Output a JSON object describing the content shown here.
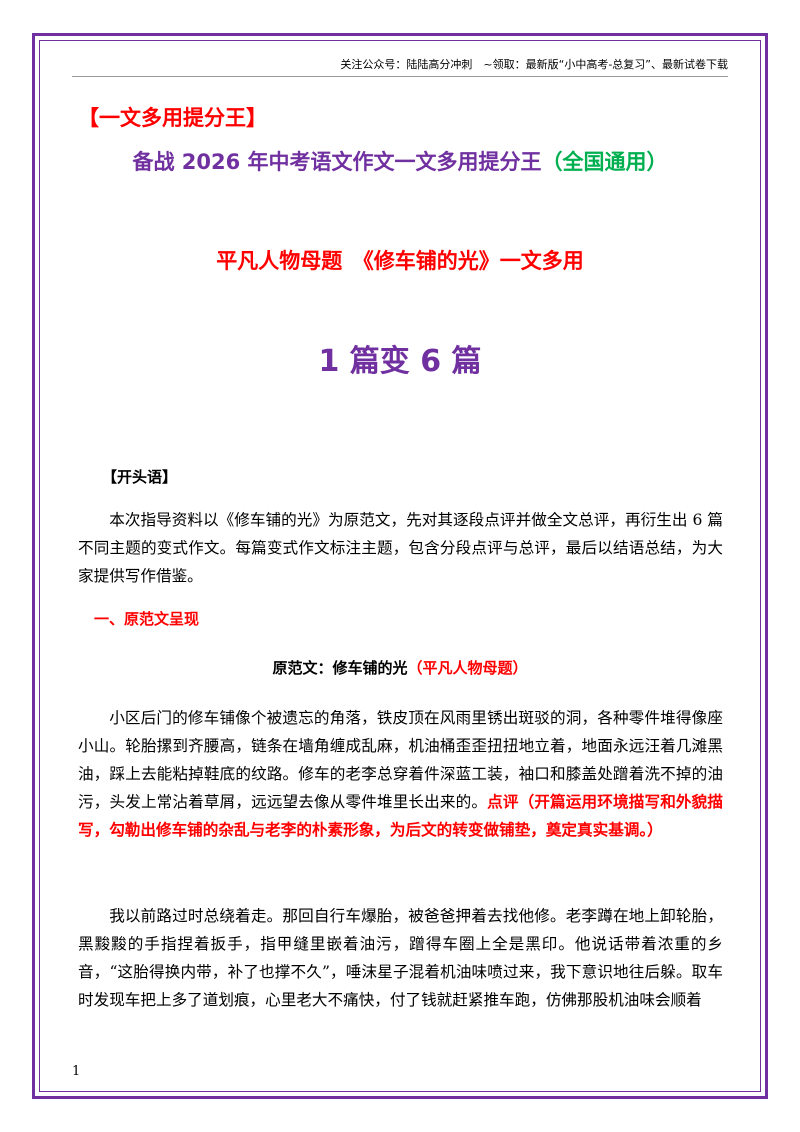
{
  "header": {
    "note": "关注公众号：陆陆高分冲刺　~领取：最新版“小中高考-总复习”、最新试卷下载"
  },
  "brand": "【一文多用提分王】",
  "title": {
    "main": "备战 2026 年中考语文作文一文多用提分王",
    "suffix": "（全国通用）"
  },
  "subtitle": "平凡人物母题　《修车铺的光》一文多用",
  "big_title": "1 篇变 6 篇",
  "opening": {
    "label": "【开头语】",
    "text": "本次指导资料以《修车铺的光》为原范文，先对其逐段点评并做全文总评，再衍生出 6 篇不同主题的变式作文。每篇变式作文标注主题，包含分段点评与总评，最后以结语总结，为大家提供写作借鉴。"
  },
  "section1": {
    "heading": "一、原范文呈现",
    "essay_title": "原范文：修车铺的光",
    "essay_tag": "（平凡人物母题）"
  },
  "paragraphs": {
    "p1_text": "小区后门的修车铺像个被遗忘的角落，铁皮顶在风雨里锈出斑驳的洞，各种零件堆得像座小山。轮胎摞到齐腰高，链条在墙角缠成乱麻，机油桶歪歪扭扭地立着，地面永远汪着几滩黑油，踩上去能粘掉鞋底的纹路。修车的老李总穿着件深蓝工装，袖口和膝盖处蹭着洗不掉的油污，头发上常沾着草屑，远远望去像从零件堆里长出来的。",
    "p1_comment": "点评（开篇运用环境描写和外貌描写，勾勒出修车铺的杂乱与老李的朴素形象，为后文的转变做铺垫，奠定真实基调。）",
    "p2_text": "我以前路过时总绕着走。那回自行车爆胎，被爸爸押着去找他修。老李蹲在地上卸轮胎，黑黢黢的手指捏着扳手，指甲缝里嵌着油污，蹭得车圈上全是黑印。他说话带着浓重的乡音，“这胎得换内带，补了也撑不久”，唾沫星子混着机油味喷过来，我下意识地往后躲。取车时发现车把上多了道划痕，心里老大不痛快，付了钱就赶紧推车跑，仿佛那股机油味会顺着"
  },
  "page_number": "1"
}
